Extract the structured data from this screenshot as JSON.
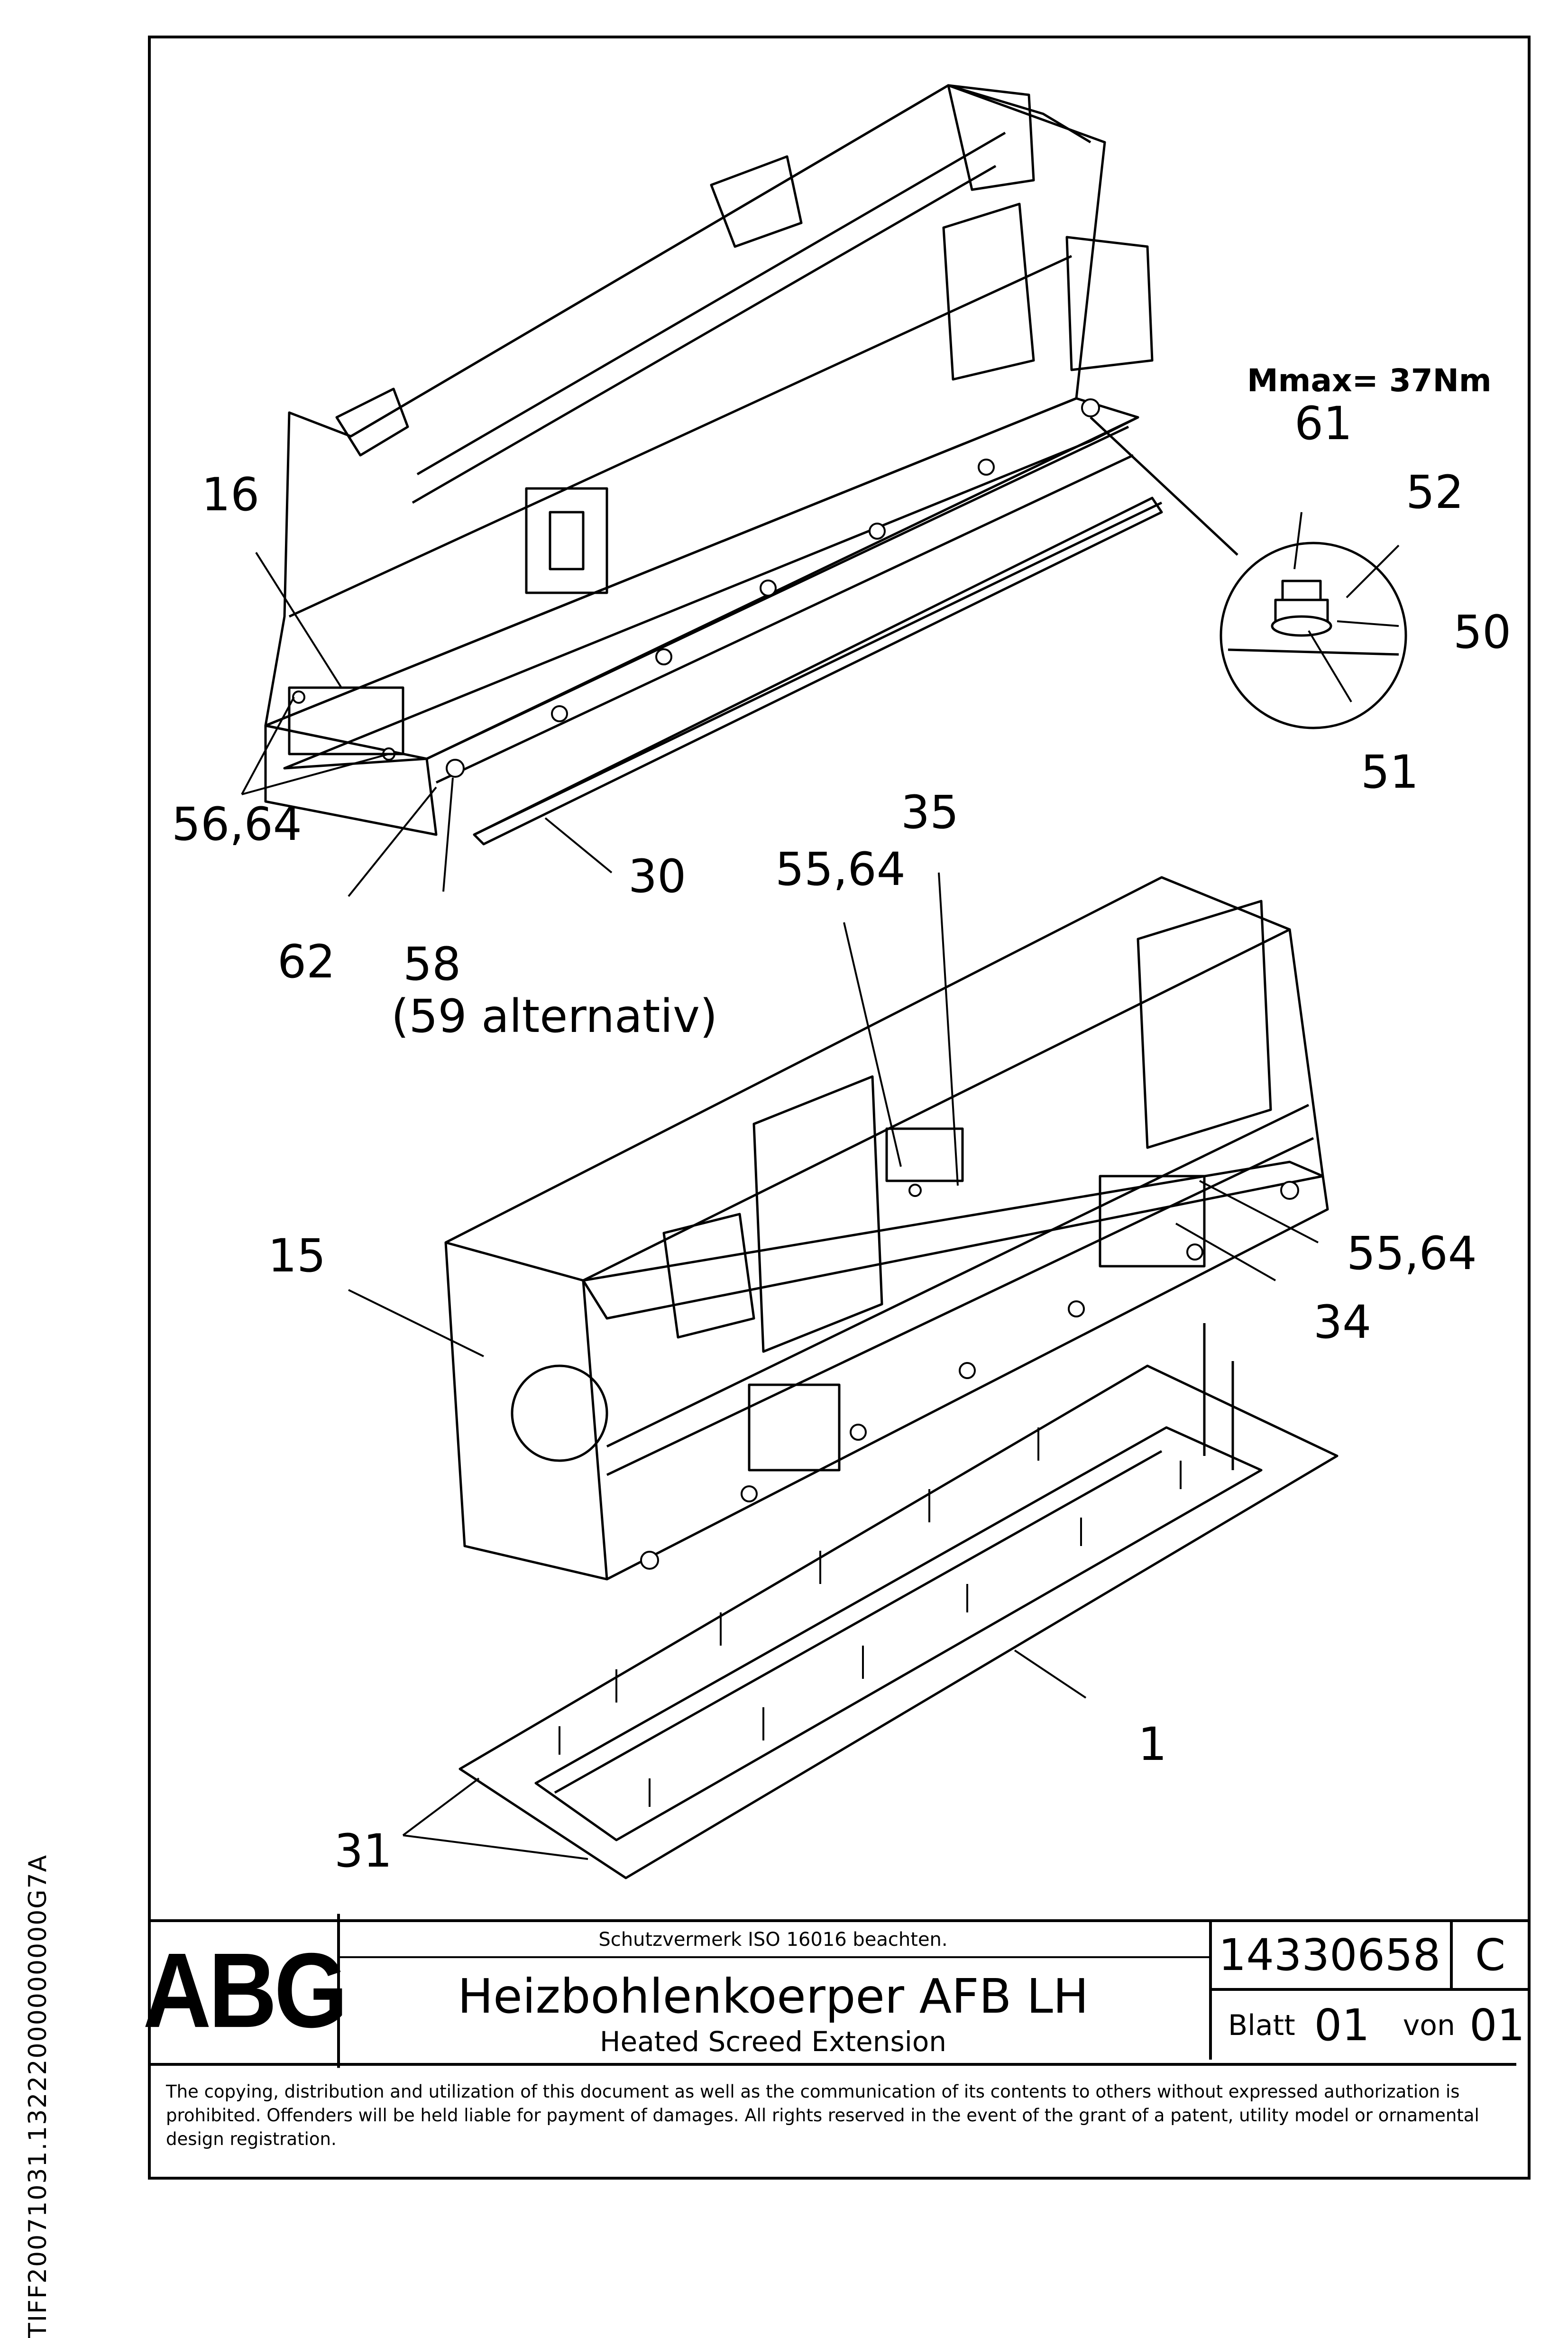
{
  "drawing": {
    "side_code": "TIFF20071031.13222000000000G7A",
    "torque_note": "Mmax= 37Nm",
    "alt_note": "(59 alternativ)",
    "callouts": [
      {
        "id": "c16",
        "text": "16"
      },
      {
        "id": "c56_64",
        "text": "56,64"
      },
      {
        "id": "c62",
        "text": "62"
      },
      {
        "id": "c58",
        "text": "58"
      },
      {
        "id": "c30",
        "text": "30"
      },
      {
        "id": "c61",
        "text": "61"
      },
      {
        "id": "c52",
        "text": "52"
      },
      {
        "id": "c50",
        "text": "50"
      },
      {
        "id": "c51",
        "text": "51"
      },
      {
        "id": "c35",
        "text": "35"
      },
      {
        "id": "c55_64a",
        "text": "55,64"
      },
      {
        "id": "c55_64b",
        "text": "55,64"
      },
      {
        "id": "c15",
        "text": "15"
      },
      {
        "id": "c34",
        "text": "34"
      },
      {
        "id": "c1",
        "text": "1"
      },
      {
        "id": "c31",
        "text": "31"
      }
    ]
  },
  "title_block": {
    "logo": "ABG",
    "note": "Schutzvermerk ISO 16016 beachten.",
    "title": "Heizbohlenkoerper AFB LH",
    "subtitle": "Heated Screed Extension",
    "drawing_number": "14330658",
    "revision": "C",
    "sheet_word": "Blatt",
    "sheet_no": "01",
    "of_word": "von",
    "sheet_total": "01"
  },
  "copyright": "The copying, distribution and utilization of this document as well as the communication of its contents to others without expressed authorization is prohibited. Offenders will be held liable for payment of damages. All rights reserved in the event of the grant of a patent, utility model or ornamental design registration."
}
